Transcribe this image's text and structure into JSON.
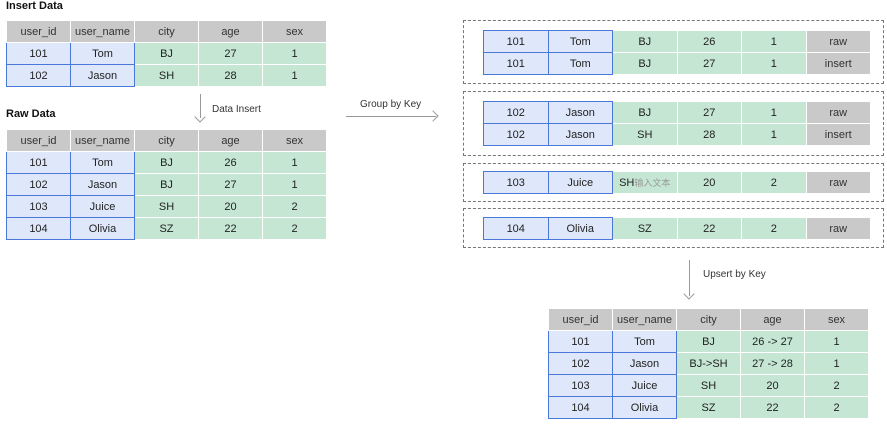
{
  "titles": {
    "insert": "Insert Data",
    "raw": "Raw Data"
  },
  "labels": {
    "data_insert": "Data Insert",
    "group_by_key": "Group by Key",
    "upsert_by_key": "Upsert by Key"
  },
  "headers": [
    "user_id",
    "user_name",
    "city",
    "age",
    "sex"
  ],
  "insert_rows": [
    [
      "101",
      "Tom",
      "BJ",
      "27",
      "1"
    ],
    [
      "102",
      "Jason",
      "SH",
      "28",
      "1"
    ]
  ],
  "raw_rows": [
    [
      "101",
      "Tom",
      "BJ",
      "26",
      "1"
    ],
    [
      "102",
      "Jason",
      "BJ",
      "27",
      "1"
    ],
    [
      "103",
      "Juice",
      "SH",
      "20",
      "2"
    ],
    [
      "104",
      "Olivia",
      "SZ",
      "22",
      "2"
    ]
  ],
  "groups": [
    {
      "rows": [
        [
          "101",
          "Tom",
          "BJ",
          "26",
          "1",
          "raw"
        ],
        [
          "101",
          "Tom",
          "BJ",
          "27",
          "1",
          "insert"
        ]
      ]
    },
    {
      "rows": [
        [
          "102",
          "Jason",
          "BJ",
          "27",
          "1",
          "raw"
        ],
        [
          "102",
          "Jason",
          "SH",
          "28",
          "1",
          "insert"
        ]
      ]
    },
    {
      "rows": [
        [
          "103",
          "Juice",
          "SH",
          "20",
          "2",
          "raw"
        ]
      ],
      "overlay": "输入文本"
    },
    {
      "rows": [
        [
          "104",
          "Olivia",
          "SZ",
          "22",
          "2",
          "raw"
        ]
      ]
    }
  ],
  "result_rows": [
    [
      "101",
      "Tom",
      "BJ",
      "26 -> 27",
      "1"
    ],
    [
      "102",
      "Jason",
      "BJ->SH",
      "27 -> 28",
      "1"
    ],
    [
      "103",
      "Juice",
      "SH",
      "20",
      "2"
    ],
    [
      "104",
      "Olivia",
      "SZ",
      "22",
      "2"
    ]
  ]
}
